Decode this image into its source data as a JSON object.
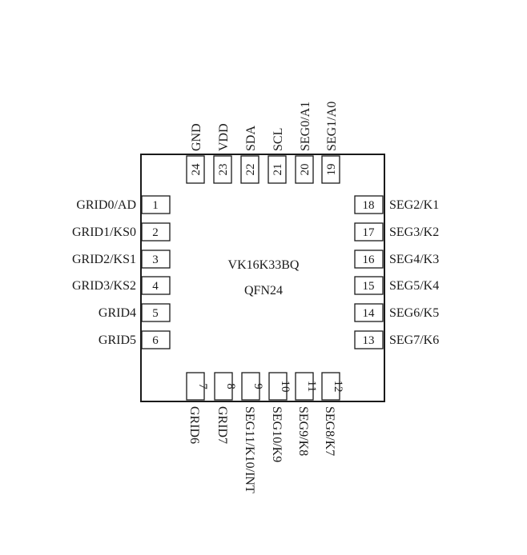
{
  "chip": {
    "name": "VK16K33BQ",
    "package": "QFN24"
  },
  "pins": {
    "left": [
      {
        "num": "1",
        "name": "GRID0/AD"
      },
      {
        "num": "2",
        "name": "GRID1/KS0"
      },
      {
        "num": "3",
        "name": "GRID2/KS1"
      },
      {
        "num": "4",
        "name": "GRID3/KS2"
      },
      {
        "num": "5",
        "name": "GRID4"
      },
      {
        "num": "6",
        "name": "GRID5"
      }
    ],
    "bottom": [
      {
        "num": "7",
        "name": "GRID6"
      },
      {
        "num": "8",
        "name": "GRID7"
      },
      {
        "num": "9",
        "name": "SEG11/K10/INT"
      },
      {
        "num": "10",
        "name": "SEG10/K9"
      },
      {
        "num": "11",
        "name": "SEG9/K8"
      },
      {
        "num": "12",
        "name": "SEG8/K7"
      }
    ],
    "right": [
      {
        "num": "13",
        "name": "SEG7/K6"
      },
      {
        "num": "14",
        "name": "SEG6/K5"
      },
      {
        "num": "15",
        "name": "SEG5/K4"
      },
      {
        "num": "16",
        "name": "SEG4/K3"
      },
      {
        "num": "17",
        "name": "SEG3/K2"
      },
      {
        "num": "18",
        "name": "SEG2/K1"
      }
    ],
    "top": [
      {
        "num": "19",
        "name": "SEG1/A0"
      },
      {
        "num": "20",
        "name": "SEG0/A1"
      },
      {
        "num": "21",
        "name": "SCL"
      },
      {
        "num": "22",
        "name": "SDA"
      },
      {
        "num": "23",
        "name": "VDD"
      },
      {
        "num": "24",
        "name": "GND"
      }
    ]
  }
}
